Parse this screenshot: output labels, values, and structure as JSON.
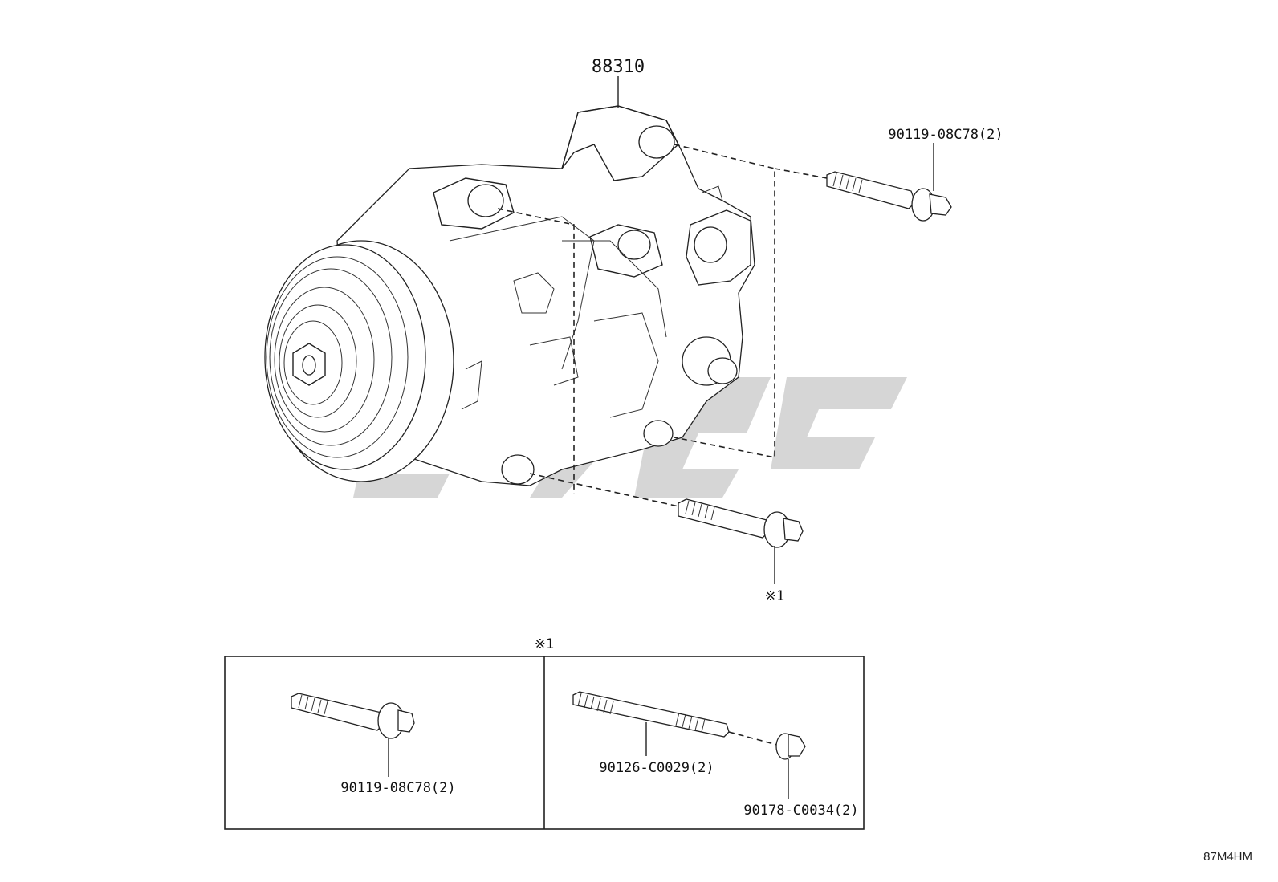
{
  "diagram": {
    "main_part": "88310",
    "callouts": {
      "top_bolt": "90119-08C78(2)",
      "lower_bolt_ref": "※1"
    },
    "detail_box": {
      "ref_mark": "※1",
      "left_bolt": "90119-08C78(2)",
      "stud": "90126-C0029(2)",
      "nut": "90178-C0034(2)"
    },
    "illustration_code": "87M4HM",
    "watermark_color": "#d4d4d4"
  }
}
